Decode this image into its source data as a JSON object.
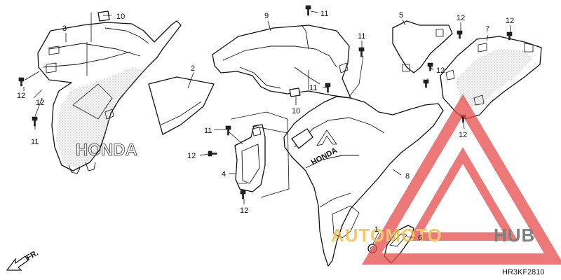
{
  "callouts": [
    {
      "id": "c10a",
      "label": "10"
    },
    {
      "id": "c3",
      "label": "3"
    },
    {
      "id": "c2",
      "label": "2"
    },
    {
      "id": "c12a",
      "label": "12"
    },
    {
      "id": "c12b",
      "label": "12"
    },
    {
      "id": "c11a",
      "label": "11"
    },
    {
      "id": "c9",
      "label": "9"
    },
    {
      "id": "c11b",
      "label": "11"
    },
    {
      "id": "c11c",
      "label": "11"
    },
    {
      "id": "c11d",
      "label": "11"
    },
    {
      "id": "c10b",
      "label": "10"
    },
    {
      "id": "c11e",
      "label": "11"
    },
    {
      "id": "c12c",
      "label": "12"
    },
    {
      "id": "c4",
      "label": "4"
    },
    {
      "id": "c12d",
      "label": "12"
    },
    {
      "id": "c5",
      "label": "5"
    },
    {
      "id": "c12e",
      "label": "12"
    },
    {
      "id": "c7",
      "label": "7"
    },
    {
      "id": "c12f",
      "label": "12"
    },
    {
      "id": "c12g",
      "label": "12"
    },
    {
      "id": "c12h",
      "label": "12"
    },
    {
      "id": "c8",
      "label": "8"
    },
    {
      "id": "c1",
      "label": "1"
    },
    {
      "id": "c6",
      "label": "6"
    }
  ],
  "direction_marker": "FR.",
  "diagram_code": "HR3KF2810",
  "part_logo_text": "HONDA",
  "watermark": {
    "text_left": "AUTOMOTO",
    "text_right": "HUB",
    "color_accent": "#e84c4c",
    "color_text": "#f0b93a",
    "color_dark": "#555555"
  }
}
